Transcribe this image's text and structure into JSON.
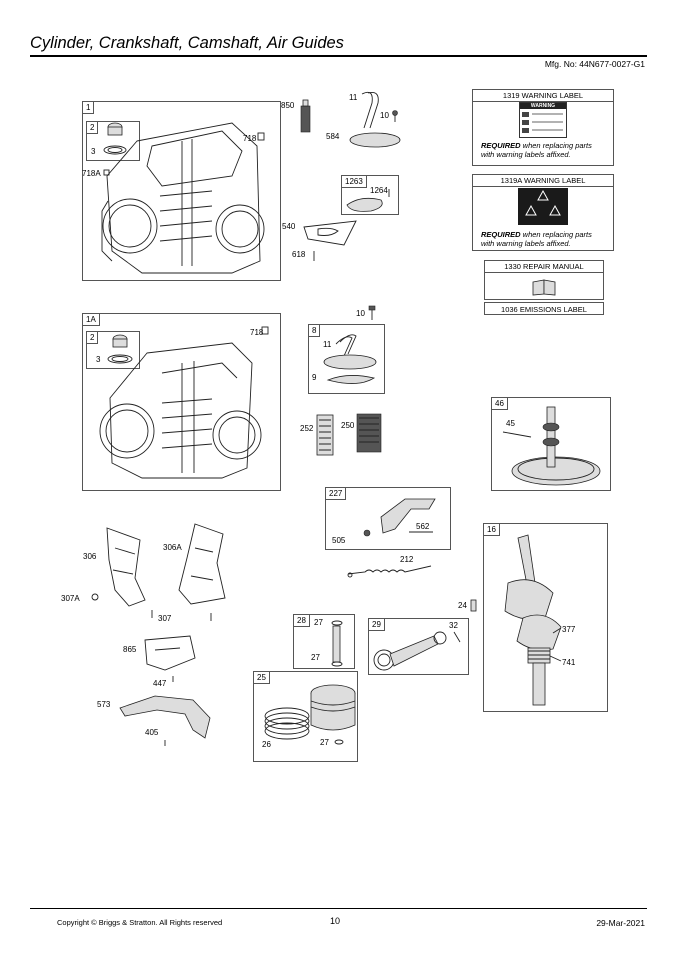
{
  "header": {
    "title": "Cylinder, Crankshaft, Camshaft, Air Guides",
    "mfg": "Mfg. No: 44N677-0027-G1"
  },
  "callouts": {
    "c1": "1",
    "c2": "2",
    "c3": "3",
    "c718a": "718A",
    "c718": "718",
    "c850": "850",
    "c11": "11",
    "c10": "10",
    "c584": "584",
    "c1263": "1263",
    "c1264": "1264",
    "c540": "540",
    "c618": "618",
    "c1A": "1A",
    "c2b": "2",
    "c3b": "3",
    "c718b": "718",
    "c10b": "10",
    "c8": "8",
    "c11b": "11",
    "c9": "9",
    "c252": "252",
    "c250": "250",
    "c46": "46",
    "c45": "45",
    "c227": "227",
    "c505": "505",
    "c562": "562",
    "c212": "212",
    "c306": "306",
    "c306a": "306A",
    "c307a": "307A",
    "c307": "307",
    "c865": "865",
    "c447": "447",
    "c573": "573",
    "c405": "405",
    "c28": "28",
    "c27a": "27",
    "c27b": "27",
    "c29": "29",
    "c32": "32",
    "c24": "24",
    "c16": "16",
    "c377": "377",
    "c741": "741",
    "c25": "25",
    "c26": "26",
    "c27c": "27"
  },
  "labels": {
    "w1319": {
      "head": "1319 WARNING LABEL",
      "req_bold": "REQUIRED",
      "req_rest": " when replacing parts",
      "req_line2": "with warning labels affixed.",
      "sticker": "WARNING"
    },
    "w1319a": {
      "head": "1319A WARNING LABEL",
      "req_bold": "REQUIRED",
      "req_rest": " when replacing parts",
      "req_line2": "with warning labels affixed."
    },
    "manual": "1330 REPAIR MANUAL",
    "emissions": "1036 EMISSIONS LABEL"
  },
  "footer": {
    "copyright": "Copyright ©  Briggs & Stratton. All Rights reserved",
    "page": "10",
    "date": "29-Mar-2021"
  }
}
